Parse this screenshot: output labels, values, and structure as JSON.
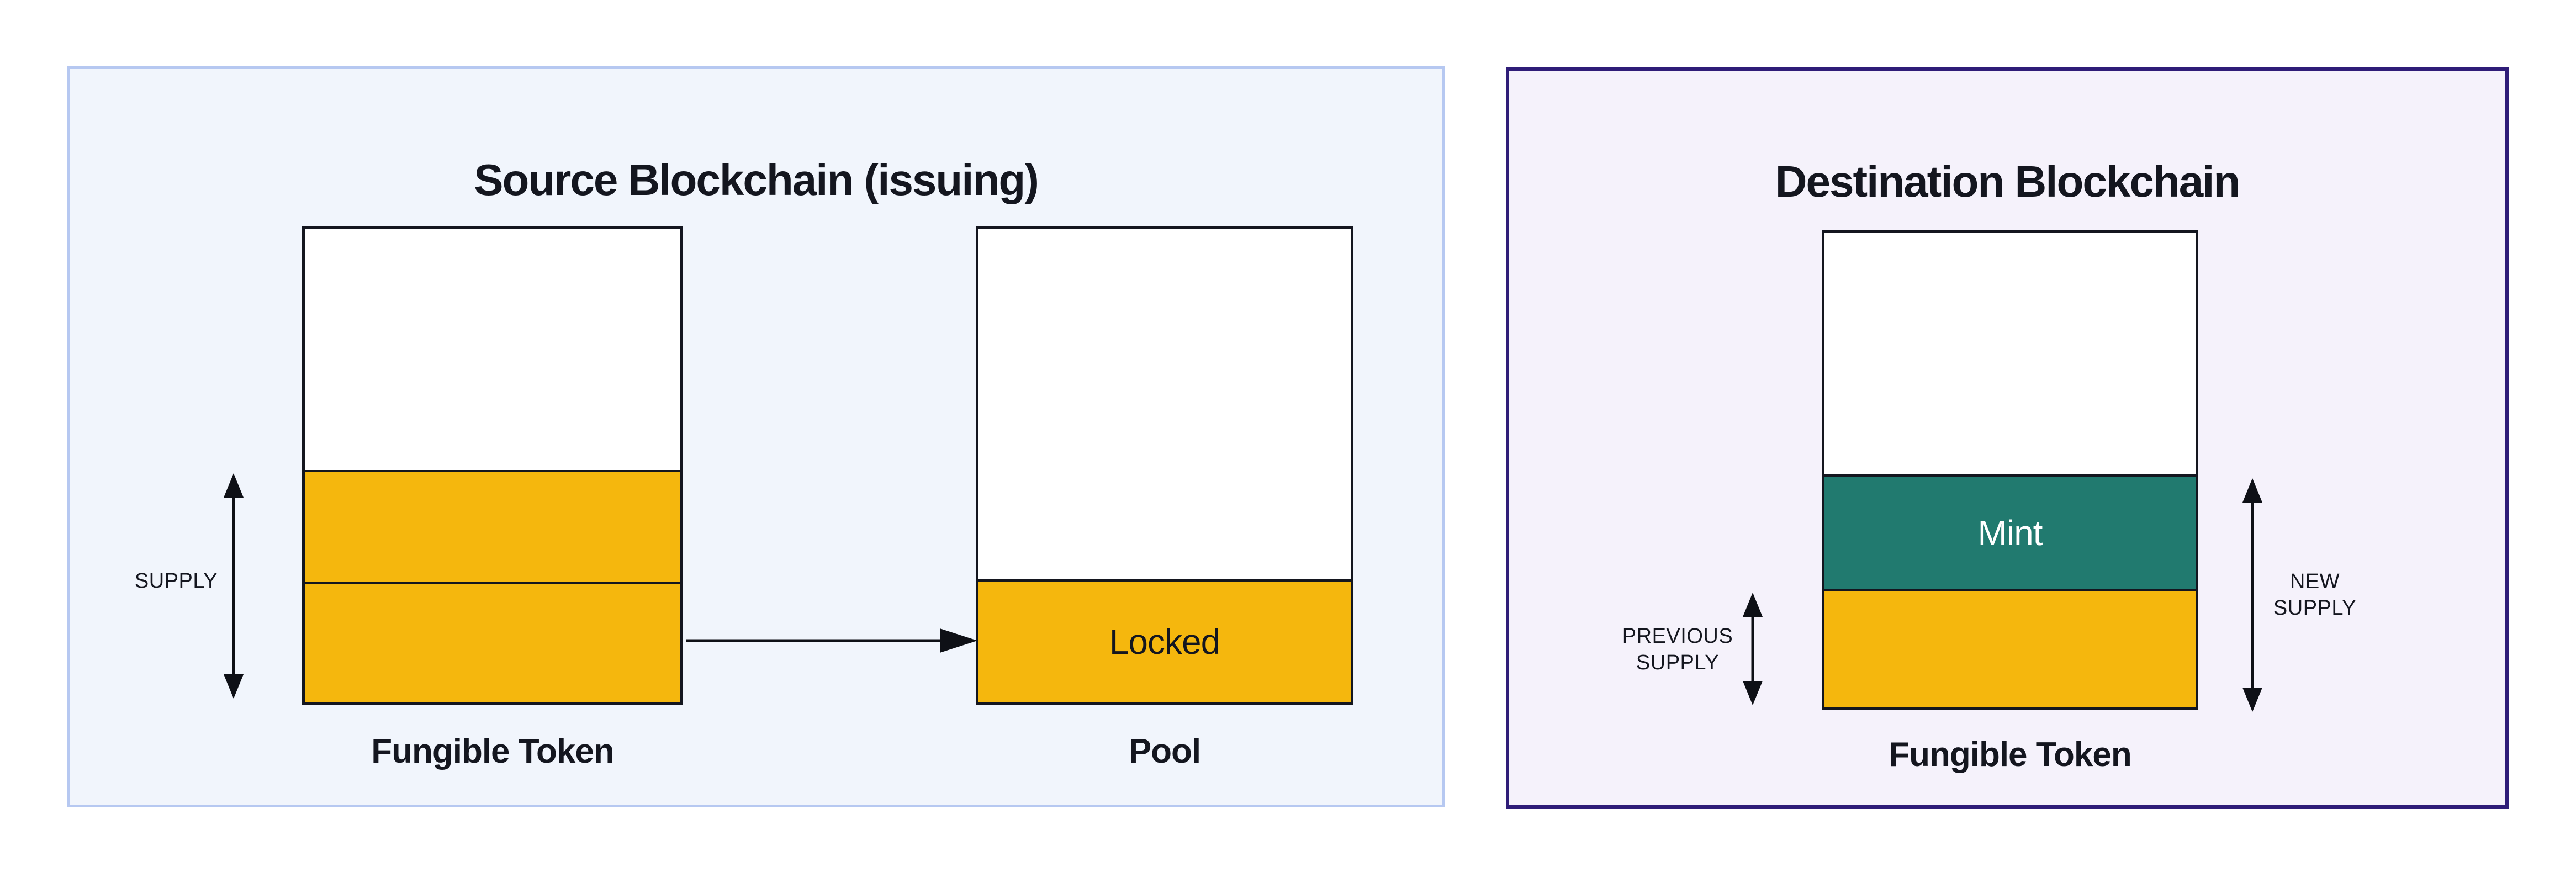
{
  "palette": {
    "ink": "#14161F",
    "token_yellow": "#F5B70D",
    "mint_teal": "#217A6F",
    "source_panel_bg": "#F1F5FC",
    "source_panel_border": "#B6C8F1",
    "destination_panel_bg": "#F5F2FB",
    "destination_panel_border": "#2F1D78",
    "box_bg": "#FFFFFF"
  },
  "source_panel": {
    "title": "Source Blockchain (issuing)",
    "supply_label": "SUPPLY",
    "token_box_label": "Fungible Token",
    "pool_box_label": "Pool",
    "locked_label": "Locked"
  },
  "destination_panel": {
    "title": "Destination Blockchain",
    "previous_supply_label": "PREVIOUS\nSUPPLY",
    "new_supply_label": "NEW\nSUPPLY",
    "token_box_label": "Fungible Token",
    "mint_label": "Mint"
  }
}
